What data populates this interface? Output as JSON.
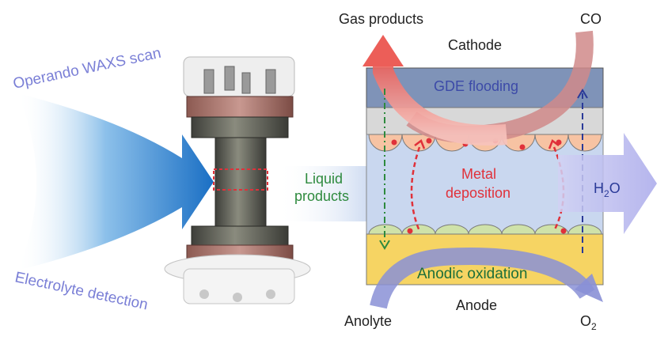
{
  "labels": {
    "operando": "Operando WAXS scan",
    "electrolyte": "Electrolyte detection",
    "gas_products": "Gas products",
    "co": "CO",
    "cathode": "Cathode",
    "gde_flooding": "GDE flooding",
    "liquid_line1": "Liquid",
    "liquid_line2": "products",
    "metal_line1": "Metal",
    "metal_line2": "deposition",
    "h2o_main": "H",
    "h2o_sub": "2",
    "h2o_tail": "O",
    "anodic_oxidation": "Anodic oxidation",
    "anode": "Anode",
    "anolyte": "Anolyte",
    "o2_main": "O",
    "o2_sub": "2"
  },
  "colors": {
    "beam_blue": "#1a6fc4",
    "label_blue": "#7a7fd6",
    "gde_band": "#7f93b8",
    "gray_band": "#d8d8d8",
    "electrolyte": "#c9d7ef",
    "anode_band": "#f6d463",
    "gas_arrow": "#ee6a63",
    "co_arrow": "#d08a8a",
    "anolyte_arrow": "#8a90d6",
    "h2o_arrow": "#b9b9ee",
    "metal_red": "#e0313a",
    "green_dash": "#2e8a3e",
    "navy_dash": "#2a3a98"
  }
}
